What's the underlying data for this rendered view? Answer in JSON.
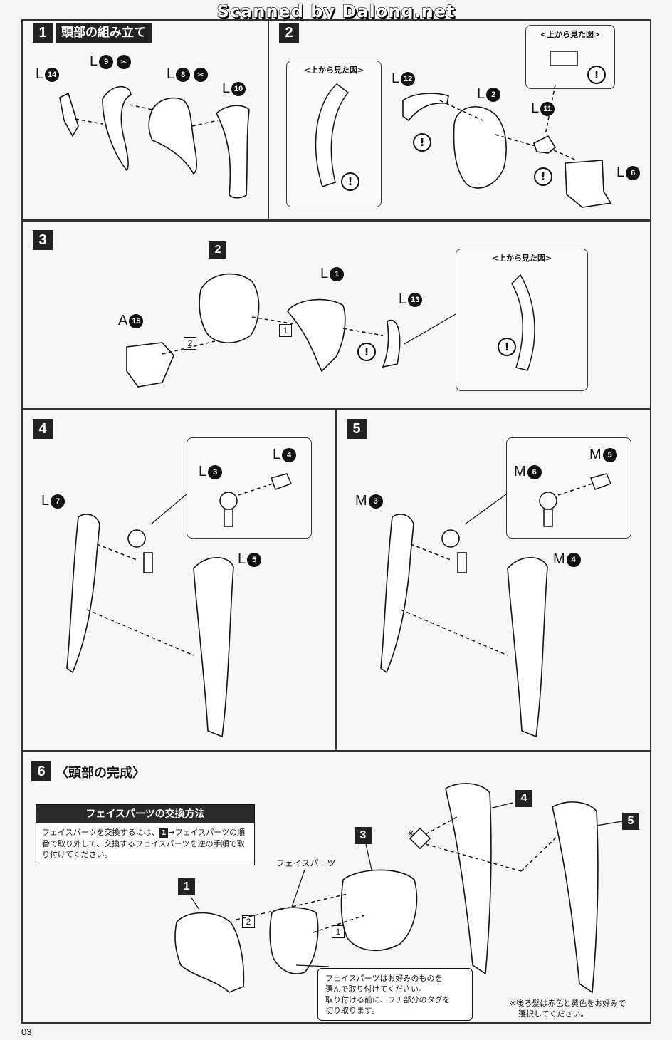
{
  "header": {
    "credit": "Scanned by Dalong.net"
  },
  "page_number": "03",
  "step1": {
    "num": "1",
    "title": "頭部の組み立て",
    "parts": [
      {
        "runner": "L",
        "num": "14",
        "cut": false
      },
      {
        "runner": "L",
        "num": "9",
        "cut": true
      },
      {
        "runner": "L",
        "num": "8",
        "cut": true
      },
      {
        "runner": "L",
        "num": "10",
        "cut": false
      }
    ]
  },
  "step2": {
    "num": "2",
    "inset_left_title": "<上から見た図>",
    "inset_right_title": "<上から見た図>",
    "parts": [
      {
        "runner": "L",
        "num": "12"
      },
      {
        "runner": "L",
        "num": "2"
      },
      {
        "runner": "L",
        "num": "11"
      },
      {
        "runner": "L",
        "num": "6"
      }
    ],
    "warn": "!"
  },
  "step3": {
    "num": "3",
    "inset_title": "<上から見た図>",
    "parts": [
      {
        "runner": "",
        "num": "2"
      },
      {
        "runner": "L",
        "num": "1"
      },
      {
        "runner": "L",
        "num": "13"
      },
      {
        "runner": "A",
        "num": "15"
      }
    ],
    "order_1": "1",
    "order_2": "2"
  },
  "step4": {
    "num": "4",
    "parts": [
      {
        "runner": "L",
        "num": "7"
      },
      {
        "runner": "L",
        "num": "3"
      },
      {
        "runner": "L",
        "num": "4"
      },
      {
        "runner": "L",
        "num": "5"
      }
    ]
  },
  "step5": {
    "num": "5",
    "parts": [
      {
        "runner": "M",
        "num": "3"
      },
      {
        "runner": "M",
        "num": "6"
      },
      {
        "runner": "M",
        "num": "5"
      },
      {
        "runner": "M",
        "num": "4"
      }
    ]
  },
  "step6": {
    "num": "6",
    "title": "〈頭部の完成〉",
    "note": {
      "heading": "フェイスパーツの交換方法",
      "body_before": "フェイスパーツを交換するには、",
      "body_ref": "1",
      "body_after": "→フェイスパーツの順番で取り外して、交換するフェイスパーツを逆の手順で取り付けてください。"
    },
    "face_label": "フェイスパーツ",
    "sub_refs": [
      "1",
      "3",
      "4",
      "5"
    ],
    "order_1": "1",
    "order_2": "2",
    "asterisk": "※",
    "callout_line1": "フェイスパーツはお好みのものを",
    "callout_line2": "選んで取り付けてください。",
    "callout_line3": "取り付ける前に、フチ部分のタグを",
    "callout_line4": "切り取ります。",
    "footnote_line1": "※後ろ髪は赤色と黄色をお好みで",
    "footnote_line2": "選択してください。"
  }
}
